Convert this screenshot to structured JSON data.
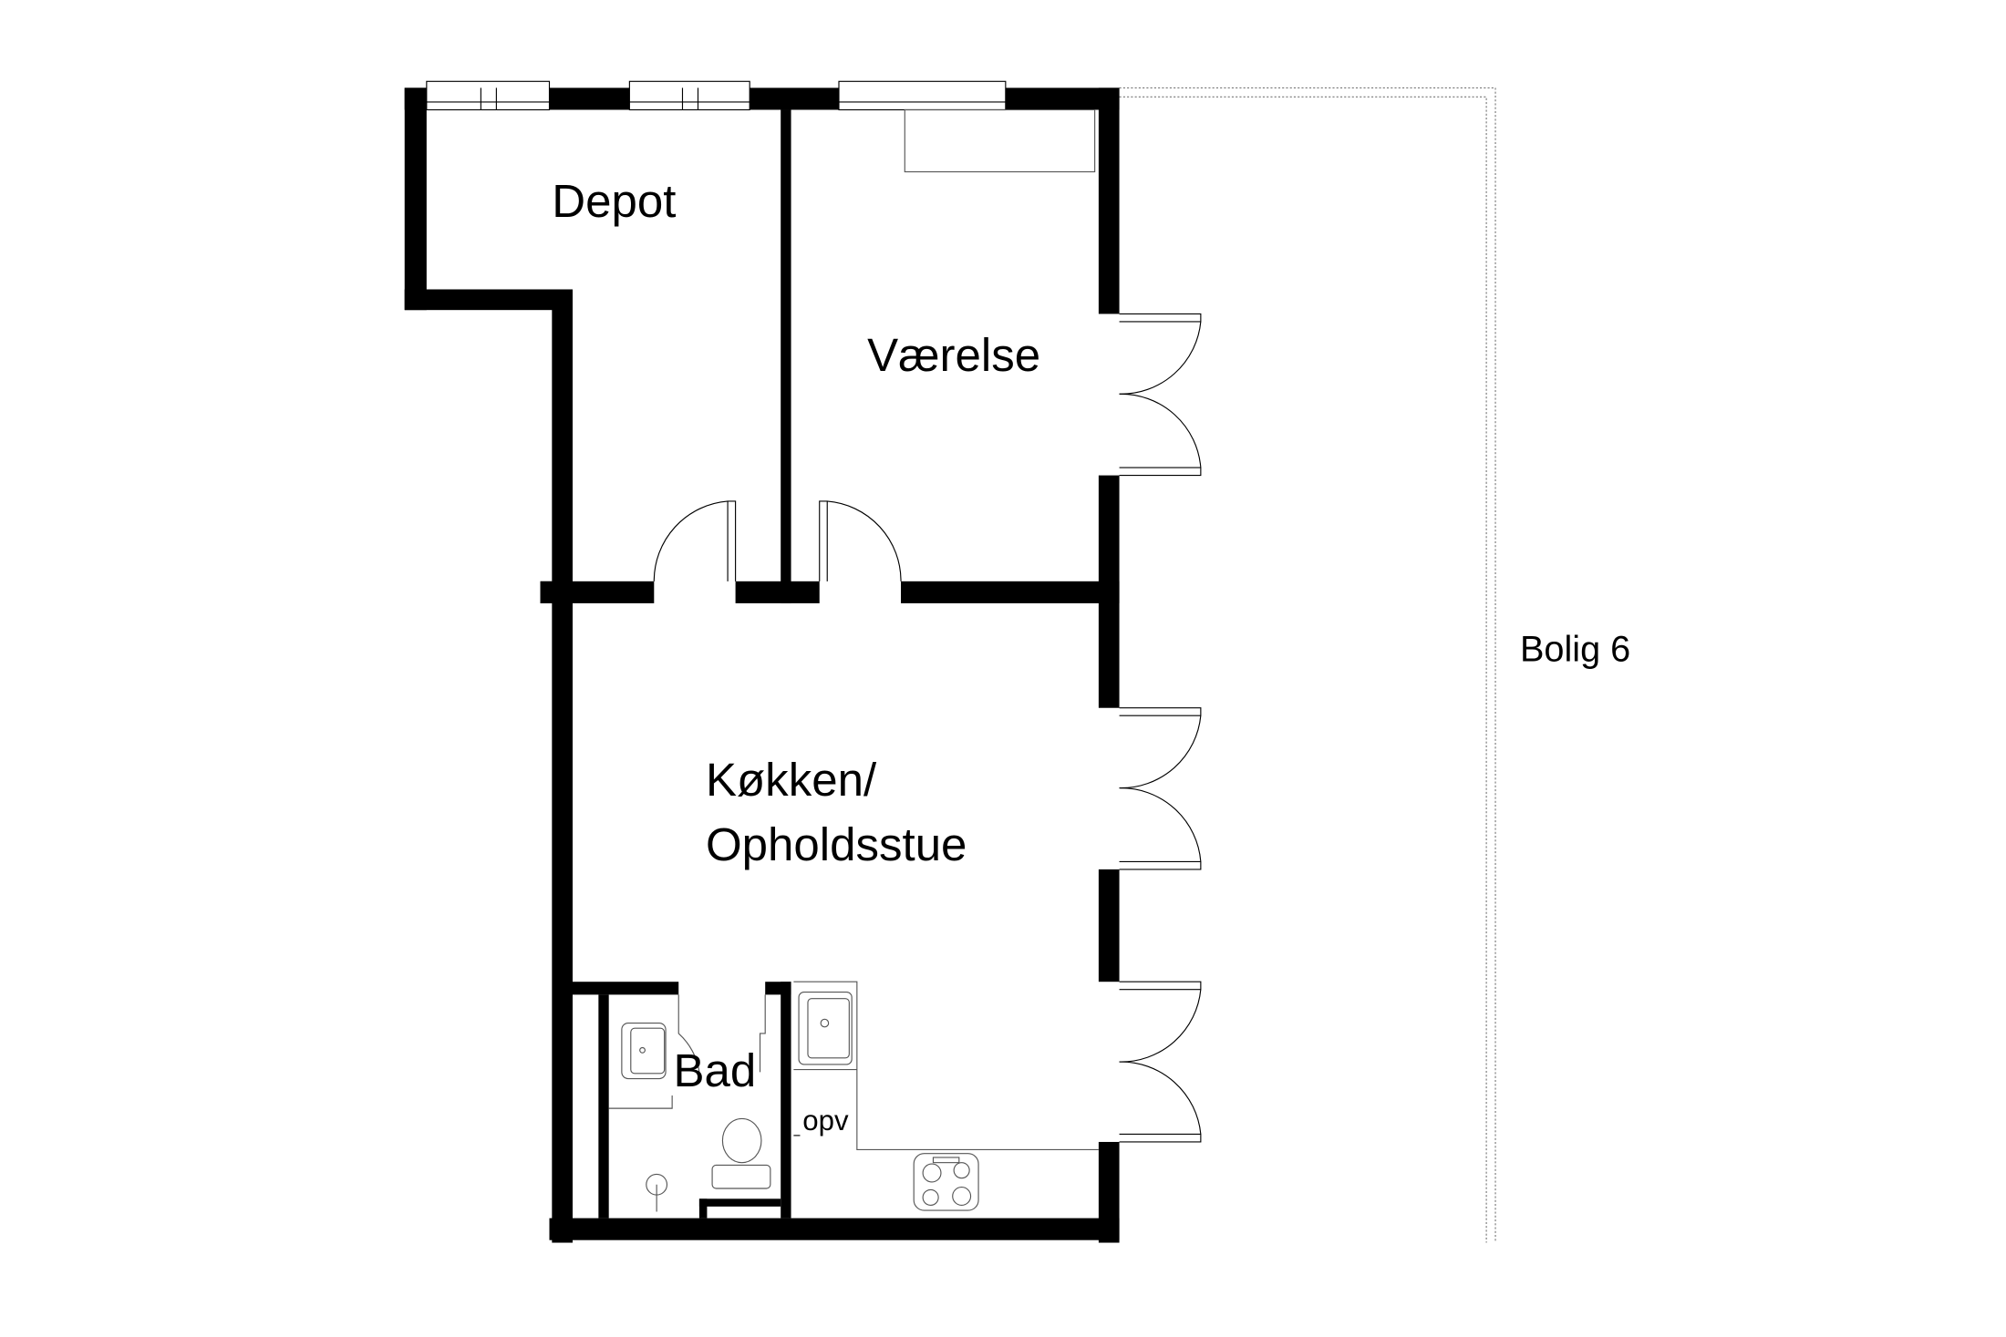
{
  "rooms": {
    "depot": "Depot",
    "vaerelse": "Værelse",
    "kitchen_line1": "Køkken/",
    "kitchen_line2": "Opholdsstue",
    "bath": "Bad",
    "opv": "opv",
    "neighbour": "Bolig 6"
  },
  "colors": {
    "wall": "#000000",
    "background": "#ffffff"
  }
}
